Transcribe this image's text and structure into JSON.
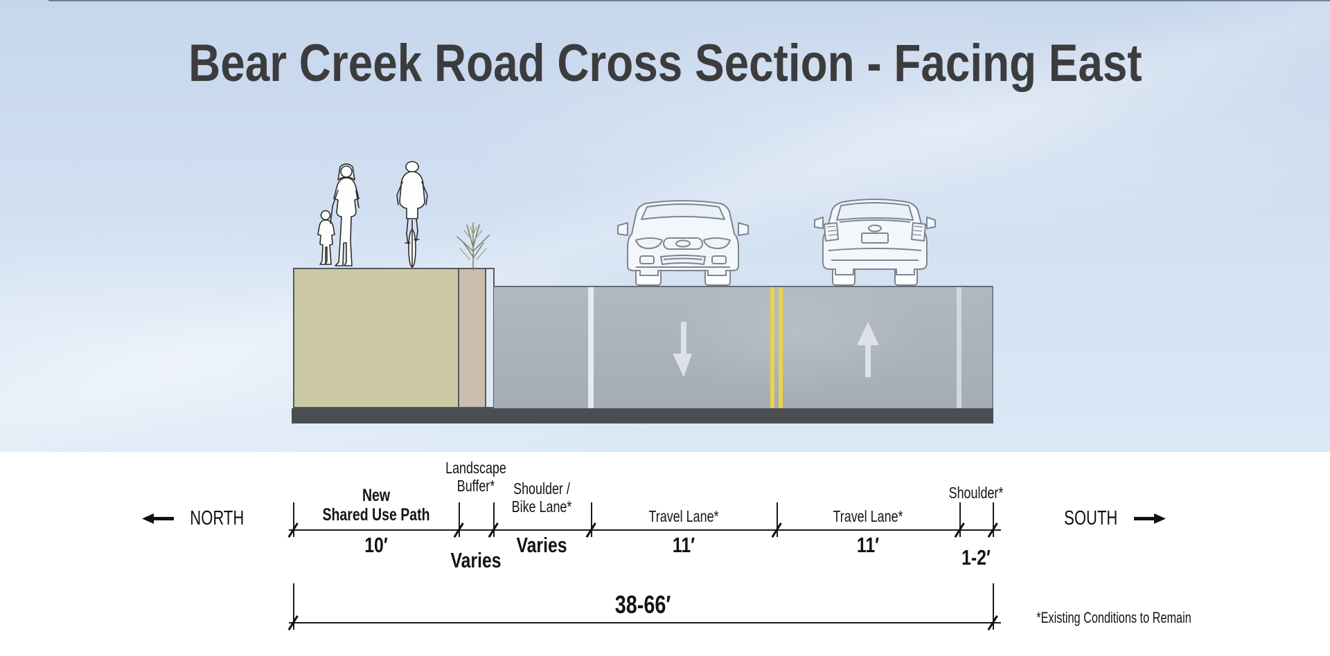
{
  "title": "Bear Creek Road Cross Section - Facing East",
  "compass": {
    "north": "NORTH",
    "south": "SOUTH"
  },
  "segments": [
    {
      "id": "shared-use-path",
      "label_lines": [
        "New",
        "Shared Use Path"
      ],
      "width_label": "10′"
    },
    {
      "id": "landscape-buffer",
      "label_lines": [
        "Landscape",
        "Buffer*"
      ],
      "width_label": "Varies"
    },
    {
      "id": "shoulder-bike-lane",
      "label_lines": [
        "Shoulder /",
        "Bike Lane*"
      ],
      "width_label": "Varies"
    },
    {
      "id": "travel-lane-north",
      "label_lines": [
        "Travel Lane*"
      ],
      "width_label": "11′"
    },
    {
      "id": "travel-lane-south",
      "label_lines": [
        "Travel Lane*"
      ],
      "width_label": "11′"
    },
    {
      "id": "shoulder-south",
      "label_lines": [
        "Shoulder*"
      ],
      "width_label": "1-2′"
    }
  ],
  "overall_width_label": "38-66′",
  "footnote": "*Existing Conditions to Remain",
  "figures": {
    "pedestrians": "pedestrians-walking",
    "cyclist": "cyclist-on-path",
    "bush": "landscape-shrub",
    "car_front": "car-front-view",
    "car_rear": "car-rear-view",
    "lane_arrow_down": "travel-direction-arrow-toward-viewer",
    "lane_arrow_up": "travel-direction-arrow-away"
  },
  "colors": {
    "sky_top": "#c6d6ec",
    "sky_bottom": "#dbe8f6",
    "shared_use_path": "#cbc9a4",
    "landscape_buffer": "#cabdac",
    "curb": "#dde9f6",
    "road": "#a9b1bb",
    "road_base": "#4a4e53",
    "lane_line_white": "#e7eaee",
    "center_line_yellow": "#e9d34a",
    "text": "#131313",
    "title_text": "#3c3c3e"
  }
}
